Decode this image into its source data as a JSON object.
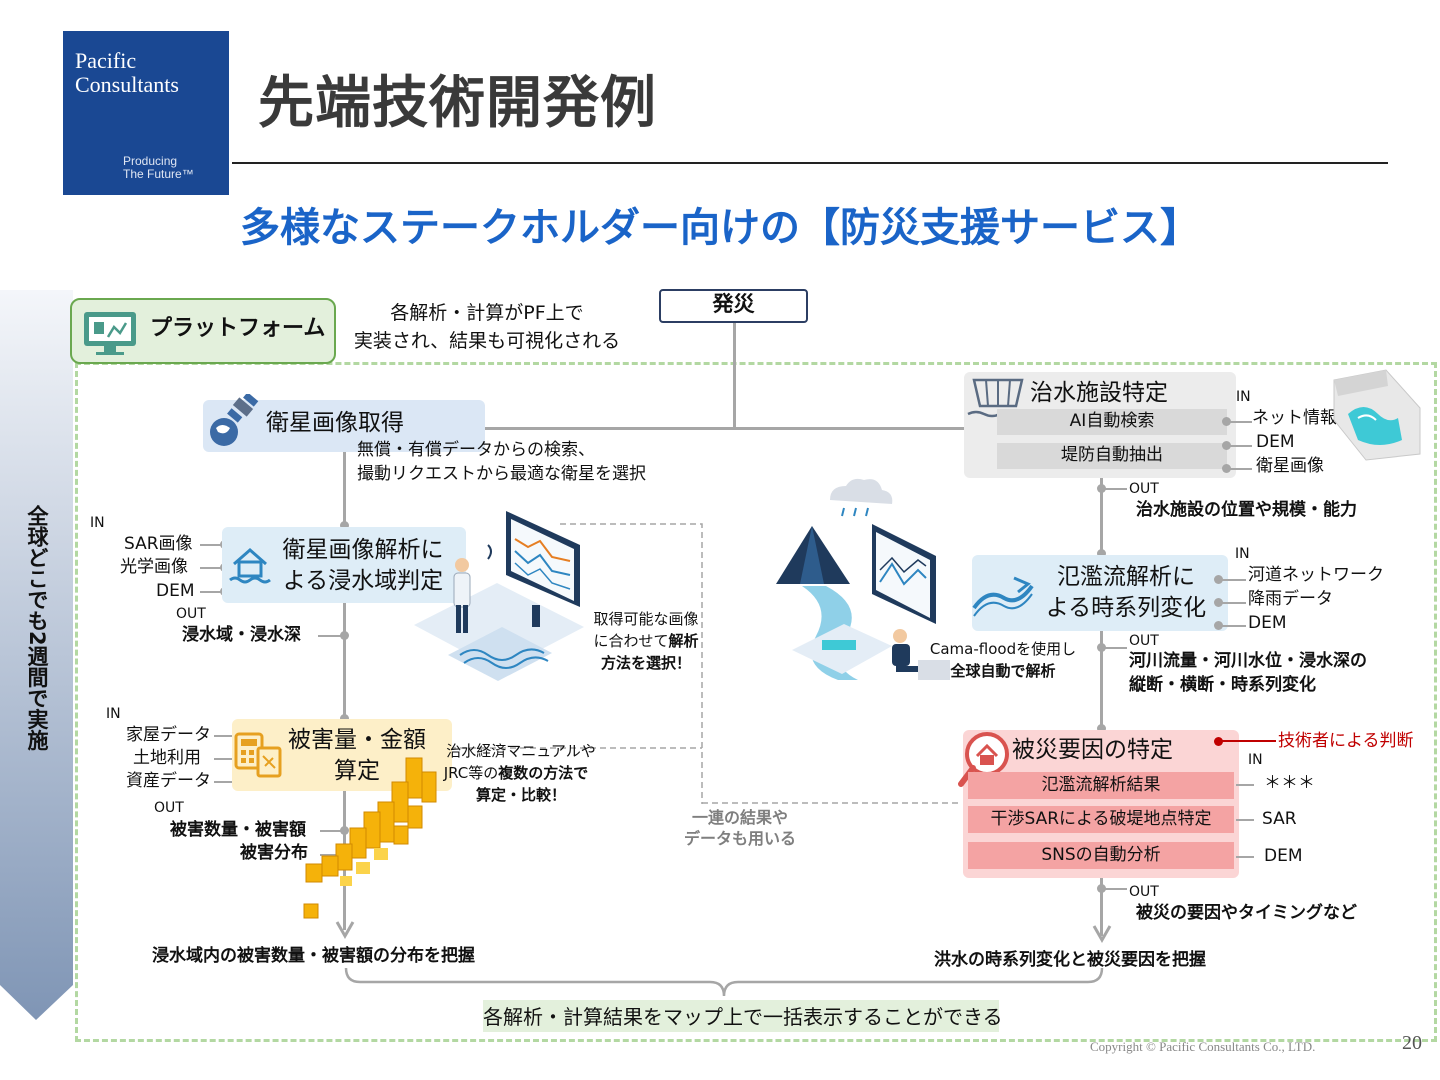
{
  "logo": {
    "brand": "Pacific\nConsultants",
    "tagline": "Producing\nThe Future™"
  },
  "title": "先端技術開発例",
  "subtitle": "多様なステークホルダー向けの【防災支援サービス】",
  "sidebar": "全球どこでも2週間で実施",
  "platform": {
    "label": "プラットフォーム",
    "note_line1": "各解析・計算がPF上で",
    "note_line2": "実装され、結果も可視化される"
  },
  "disaster": "発災",
  "left": {
    "satellite": {
      "title": "衛星画像取得",
      "desc1": "無償・有償データからの検索、",
      "desc2": "撮動リクエストから最適な衛星を選択"
    },
    "analysis": {
      "in_label": "IN",
      "inputs": [
        "SAR画像",
        "光学画像",
        "DEM"
      ],
      "title_line1": "衛星画像解析に",
      "title_line2": "よる浸水域判定",
      "out_label": "OUT",
      "output": "浸水域・浸水深",
      "side1": "取得可能な画像",
      "side2_pre": "に合わせて",
      "side2_bold": "解析",
      "side3": "方法を選択！"
    },
    "damage": {
      "in_label": "IN",
      "inputs": [
        "家屋データ",
        "土地利用",
        "資産データ"
      ],
      "title_line1": "被害量・金額",
      "title_line2": "算定",
      "note1": "治水経済マニュアルや",
      "note2_pre": "JRC等の",
      "note2_bold": "複数の方法で",
      "note3": "算定・比較！",
      "out_label": "OUT",
      "output1": "被害数量・被害額",
      "output2": "被害分布"
    },
    "result": "浸水域内の被害数量・被害額の分布を把握"
  },
  "center_note": {
    "line1": "一連の結果や",
    "line2": "データも用いる"
  },
  "right": {
    "facility": {
      "title": "治水施設特定",
      "subs": [
        "AI自動検索",
        "堤防自動抽出"
      ],
      "in_label": "IN",
      "inputs": [
        "ネット情報",
        "DEM",
        "衛星画像"
      ],
      "out_label": "OUT",
      "output": "治水施設の位置や規模・能力"
    },
    "flood": {
      "title_line1": "氾濫流解析に",
      "title_line2": "よる時系列変化",
      "in_label": "IN",
      "inputs": [
        "河道ネットワーク",
        "降雨データ",
        "DEM"
      ],
      "cama1": "Cama-floodを使用し",
      "cama2": "全球自動で解析",
      "out_label": "OUT",
      "output1": "河川流量・河川水位・浸水深の",
      "output2": "縦断・横断・時系列変化"
    },
    "cause": {
      "title": "被災要因の特定",
      "subs": [
        "氾濫流解析結果",
        "干渉SARによる破堤地点特定",
        "SNSの自動分析"
      ],
      "in_label": "IN",
      "inputs": [
        "＊＊＊",
        "SAR",
        "DEM"
      ],
      "engineer": "技術者による判断",
      "out_label": "OUT",
      "output": "被災の要因やタイミングなど"
    },
    "result": "洪水の時系列変化と被災要因を把握"
  },
  "bottom_note": "各解析・計算結果をマップ上で一括表示することができる",
  "copyright": "Copyright © Pacific Consultants Co., LTD.",
  "page_number": "20",
  "colors": {
    "brand": "#1a4893",
    "subtitle": "#1a64c8",
    "platform_green": "#6aa84f",
    "dashed": "#b3d8a2",
    "connector": "#a6a6a6",
    "accent_red": "#c00000",
    "sub_pink": "#f4a3a3"
  },
  "icons": [
    "platform-monitor-icon",
    "satellite-icon",
    "house-flood-icon",
    "calculator-icon",
    "dam-icon",
    "river-icon",
    "magnifier-house-icon",
    "analyst-illustration",
    "river-basin-illustration",
    "voxel-damage-map"
  ]
}
